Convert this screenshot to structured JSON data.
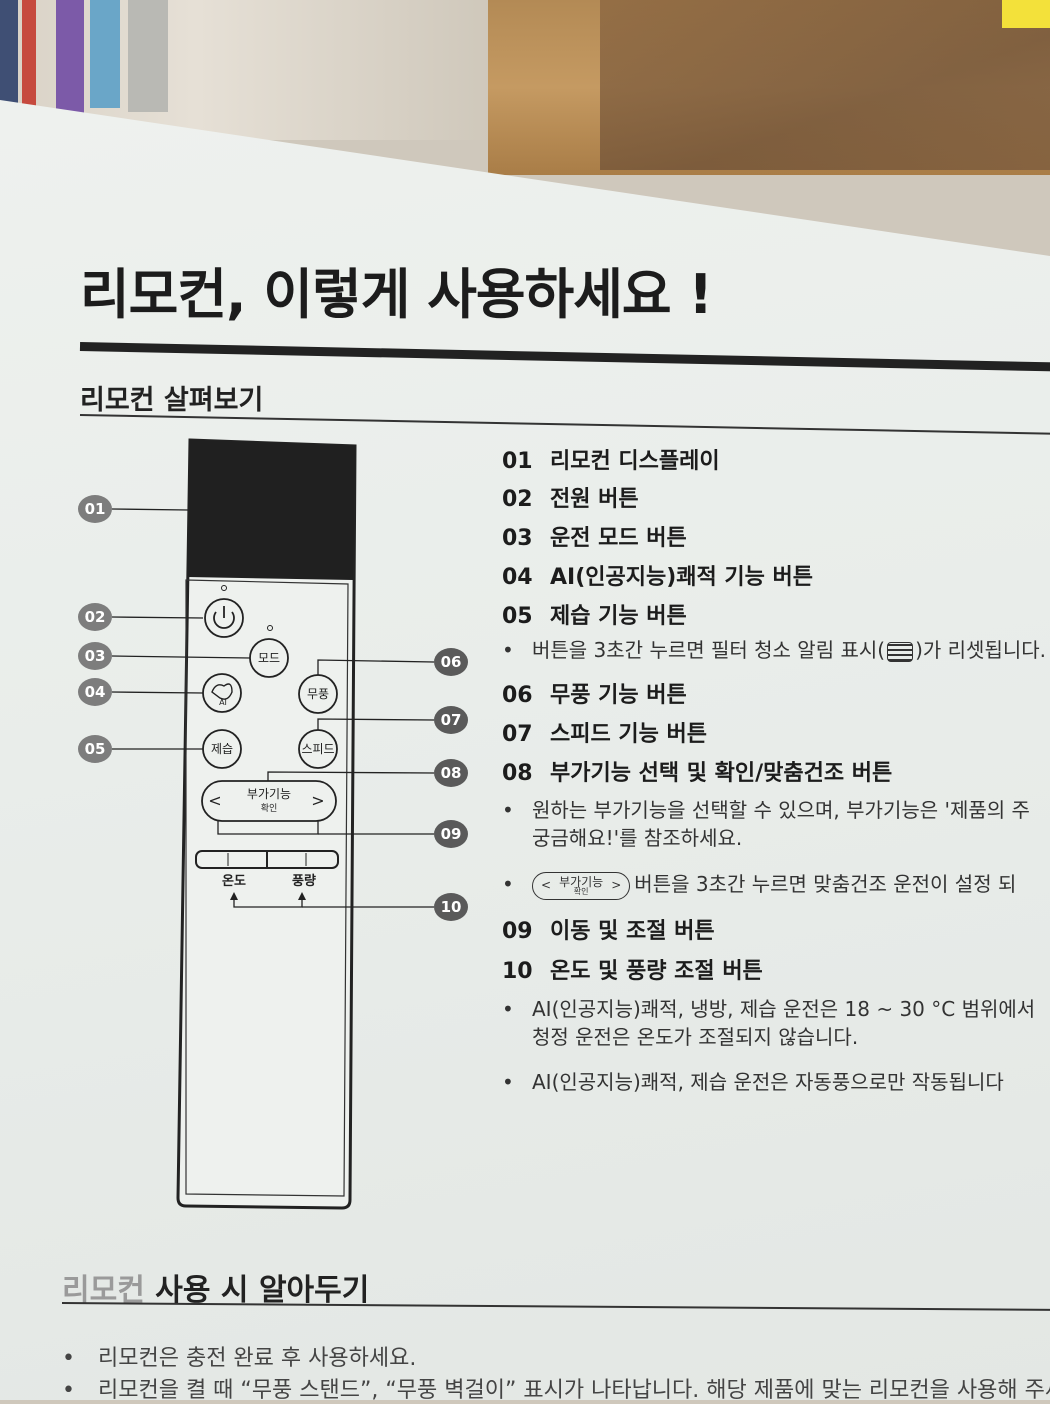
{
  "page": {
    "title": "리모컨, 이렇게 사용하세요 !",
    "section_title": "리모컨 살펴보기",
    "bottom_section_title_faded": "리모컨",
    "bottom_section_title_rest": " 사용 시 알아두기"
  },
  "remote": {
    "callouts": [
      "01",
      "02",
      "03",
      "04",
      "05",
      "06",
      "07",
      "08",
      "09",
      "10"
    ],
    "buttons": {
      "mode": "모드",
      "windfree": "무풍",
      "dehumid": "제습",
      "speed": "스피드",
      "extra_top": "부가기능",
      "extra_bottom": "확인",
      "ai": "AI",
      "temp": "온도",
      "fan": "풍량",
      "left_arrow": "<",
      "right_arrow": ">"
    }
  },
  "items": [
    {
      "num": "01",
      "label": "리모컨 디스플레이"
    },
    {
      "num": "02",
      "label": "전원 버튼"
    },
    {
      "num": "03",
      "label": "운전 모드 버튼"
    },
    {
      "num": "04",
      "label": "AI(인공지능)쾌적 기능 버튼"
    },
    {
      "num": "05",
      "label": "제습 기능 버튼"
    },
    {
      "num": "06",
      "label": "무풍 기능 버튼"
    },
    {
      "num": "07",
      "label": "스피드 기능 버튼"
    },
    {
      "num": "08",
      "label": "부가기능 선택 및 확인/맞춤건조 버튼"
    },
    {
      "num": "09",
      "label": "이동 및 조절 버튼"
    },
    {
      "num": "10",
      "label": "온도 및 풍량 조절 버튼"
    }
  ],
  "notes": {
    "n05_pre": "버튼을 3초간 누르면 필터 청소 알림 표시(",
    "n05_post": ")가 리셋됩니다.",
    "n08a_line1": "원하는 부가기능을 선택할 수 있으며, 부가기능은 '제품의 주",
    "n08a_line2": "궁금해요!'를 참조하세요.",
    "n08b_pill_left": "<",
    "n08b_pill_top": "부가기능",
    "n08b_pill_bottom": "확인",
    "n08b_pill_right": ">",
    "n08b_post": "버튼을 3초간 누르면 맞춤건조 운전이 설정 되",
    "n10a_line1": "AI(인공지능)쾌적, 냉방, 제습 운전은 18 ~ 30 °C 범위에서",
    "n10a_line2": "청정 운전은 온도가 조절되지 않습니다.",
    "n10b": "AI(인공지능)쾌적, 제습 운전은 자동풍으로만 작동됩니다"
  },
  "bottom_bullets": [
    "리모컨은 충전 완료 후 사용하세요.",
    "리모컨을 켤 때 “무풍 스탠드”, “무풍 벽걸이” 표시가 나타납니다. 해당 제품에 맞는 리모컨을 사용해 주세"
  ]
}
